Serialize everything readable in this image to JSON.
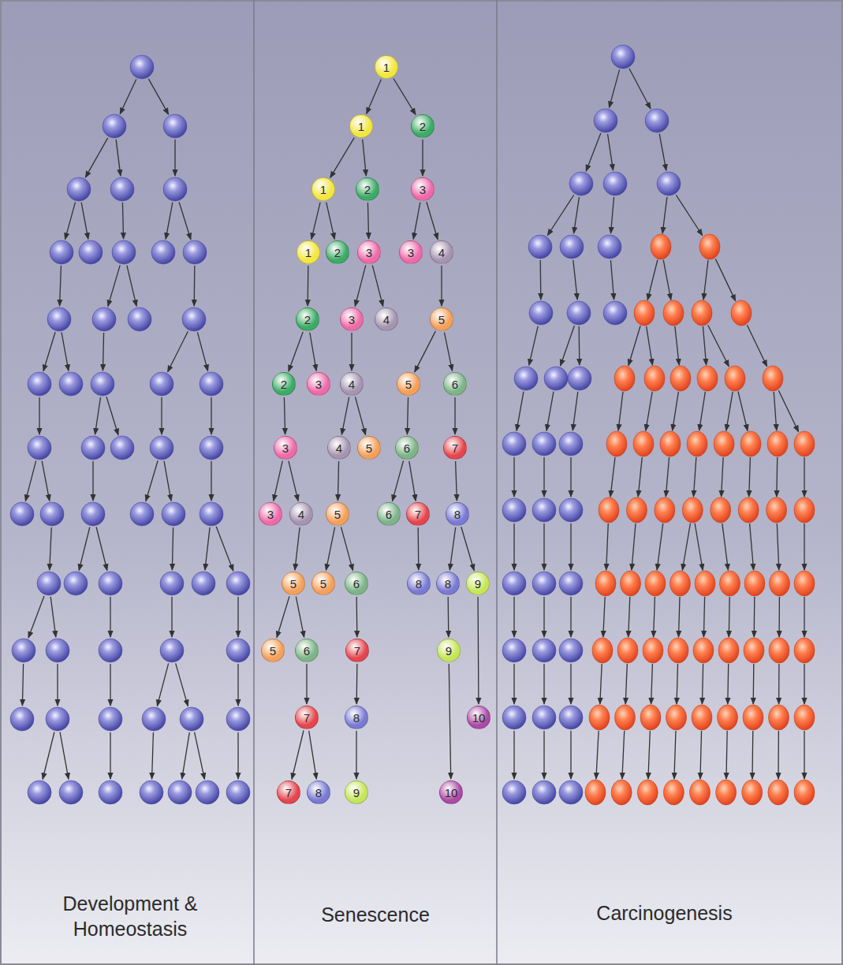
{
  "diagram": {
    "nodes": [
      {
        "text": [
          "1"
        ]
      },
      {
        "text": [
          "1"
        ]
      },
      {
        "text": [
          "2"
        ]
      },
      {
        "text": [
          "1"
        ]
      },
      {
        "text": [
          "2"
        ]
      },
      {
        "text": [
          "3"
        ]
      },
      {
        "text": [
          "1"
        ]
      },
      {
        "text": [
          "2"
        ]
      },
      {
        "text": [
          "3"
        ]
      },
      {
        "text": [
          "3"
        ]
      },
      {
        "text": [
          "4"
        ]
      },
      {
        "text": [
          "2"
        ]
      },
      {
        "text": [
          "3"
        ]
      },
      {
        "text": [
          "4"
        ]
      },
      {
        "text": [
          "5"
        ]
      },
      {
        "text": [
          "2"
        ]
      },
      {
        "text": [
          "3"
        ]
      },
      {
        "text": [
          "4"
        ]
      },
      {
        "text": [
          "5"
        ]
      },
      {
        "text": [
          "6"
        ]
      },
      {
        "text": [
          "3"
        ]
      },
      {
        "text": [
          "4"
        ]
      },
      {
        "text": [
          "5"
        ]
      },
      {
        "text": [
          "6"
        ]
      },
      {
        "text": [
          "7"
        ]
      },
      {
        "text": [
          "3"
        ]
      },
      {
        "text": [
          "4"
        ]
      },
      {
        "text": [
          "5"
        ]
      },
      {
        "text": [
          "6"
        ]
      },
      {
        "text": [
          "7"
        ]
      },
      {
        "text": [
          "8"
        ]
      },
      {
        "text": [
          "5"
        ]
      },
      {
        "text": [
          "5"
        ]
      },
      {
        "text": [
          "6"
        ]
      },
      {
        "text": [
          "8"
        ]
      },
      {
        "text": [
          "8"
        ]
      },
      {
        "text": [
          "9"
        ]
      },
      {
        "text": [
          "5"
        ]
      },
      {
        "text": [
          "6"
        ]
      },
      {
        "text": [
          "7"
        ]
      },
      {
        "text": [
          "9"
        ]
      },
      {
        "text": [
          "7"
        ]
      },
      {
        "text": [
          "8"
        ]
      },
      {
        "text": [
          "10"
        ]
      },
      {
        "text": [
          "7"
        ]
      },
      {
        "text": [
          "8"
        ]
      },
      {
        "text": [
          "9"
        ]
      },
      {
        "text": [
          "10"
        ]
      }
    ],
    "edges": [
      {
        "from": 0,
        "to": 1,
        "arrow": "to"
      },
      {
        "from": 0,
        "to": 2,
        "arrow": "to"
      },
      {
        "from": 1,
        "to": 3,
        "arrow": "to"
      },
      {
        "from": 1,
        "to": 4,
        "arrow": "to"
      },
      {
        "from": 2,
        "to": 5,
        "arrow": "to"
      },
      {
        "from": 3,
        "to": 6,
        "arrow": "to"
      },
      {
        "from": 3,
        "to": 7,
        "arrow": "to"
      },
      {
        "from": 4,
        "to": 8,
        "arrow": "to"
      },
      {
        "from": 5,
        "to": 9,
        "arrow": "to"
      },
      {
        "from": 5,
        "to": 10,
        "arrow": "to"
      },
      {
        "from": 6,
        "to": 11,
        "arrow": "to"
      },
      {
        "from": 8,
        "to": 12,
        "arrow": "to"
      },
      {
        "from": 8,
        "to": 13,
        "arrow": "to"
      },
      {
        "from": 10,
        "to": 14,
        "arrow": "to"
      },
      {
        "from": 11,
        "to": 15,
        "arrow": "to"
      },
      {
        "from": 11,
        "to": 16,
        "arrow": "to"
      },
      {
        "from": 12,
        "to": 17,
        "arrow": "to"
      },
      {
        "from": 14,
        "to": 18,
        "arrow": "to"
      },
      {
        "from": 14,
        "to": 19,
        "arrow": "to"
      },
      {
        "from": 15,
        "to": 20,
        "arrow": "to"
      },
      {
        "from": 17,
        "to": 21,
        "arrow": "to"
      },
      {
        "from": 17,
        "to": 22,
        "arrow": "to"
      },
      {
        "from": 18,
        "to": 23,
        "arrow": "to"
      },
      {
        "from": 19,
        "to": 24,
        "arrow": "to"
      },
      {
        "from": 20,
        "to": 25,
        "arrow": "to"
      },
      {
        "from": 20,
        "to": 26,
        "arrow": "to"
      },
      {
        "from": 21,
        "to": 27,
        "arrow": "to"
      },
      {
        "from": 23,
        "to": 28,
        "arrow": "to"
      },
      {
        "from": 23,
        "to": 29,
        "arrow": "to"
      },
      {
        "from": 24,
        "to": 30,
        "arrow": "to"
      },
      {
        "from": 26,
        "to": 31,
        "arrow": "to"
      },
      {
        "from": 27,
        "to": 32,
        "arrow": "to"
      },
      {
        "from": 27,
        "to": 33,
        "arrow": "to"
      },
      {
        "from": 29,
        "to": 34,
        "arrow": "to"
      },
      {
        "from": 30,
        "to": 35,
        "arrow": "to"
      },
      {
        "from": 30,
        "to": 36,
        "arrow": "to"
      },
      {
        "from": 31,
        "to": 37,
        "arrow": "to"
      },
      {
        "from": 31,
        "to": 38,
        "arrow": "to"
      },
      {
        "from": 33,
        "to": 39,
        "arrow": "to"
      },
      {
        "from": 35,
        "to": 40,
        "arrow": "to"
      },
      {
        "from": 36,
        "to": 43,
        "arrow": "to"
      },
      {
        "from": 38,
        "to": 41,
        "arrow": "to"
      },
      {
        "from": 39,
        "to": 42,
        "arrow": "to"
      },
      {
        "from": 40,
        "to": 47,
        "arrow": "to"
      },
      {
        "from": 41,
        "to": 44,
        "arrow": "to"
      },
      {
        "from": 41,
        "to": 45,
        "arrow": "to"
      },
      {
        "from": 42,
        "to": 46,
        "arrow": "to"
      }
    ],
    "labels": [
      "Development & Homeostasis",
      "Senescence",
      "Carcinogenesis"
    ]
  }
}
